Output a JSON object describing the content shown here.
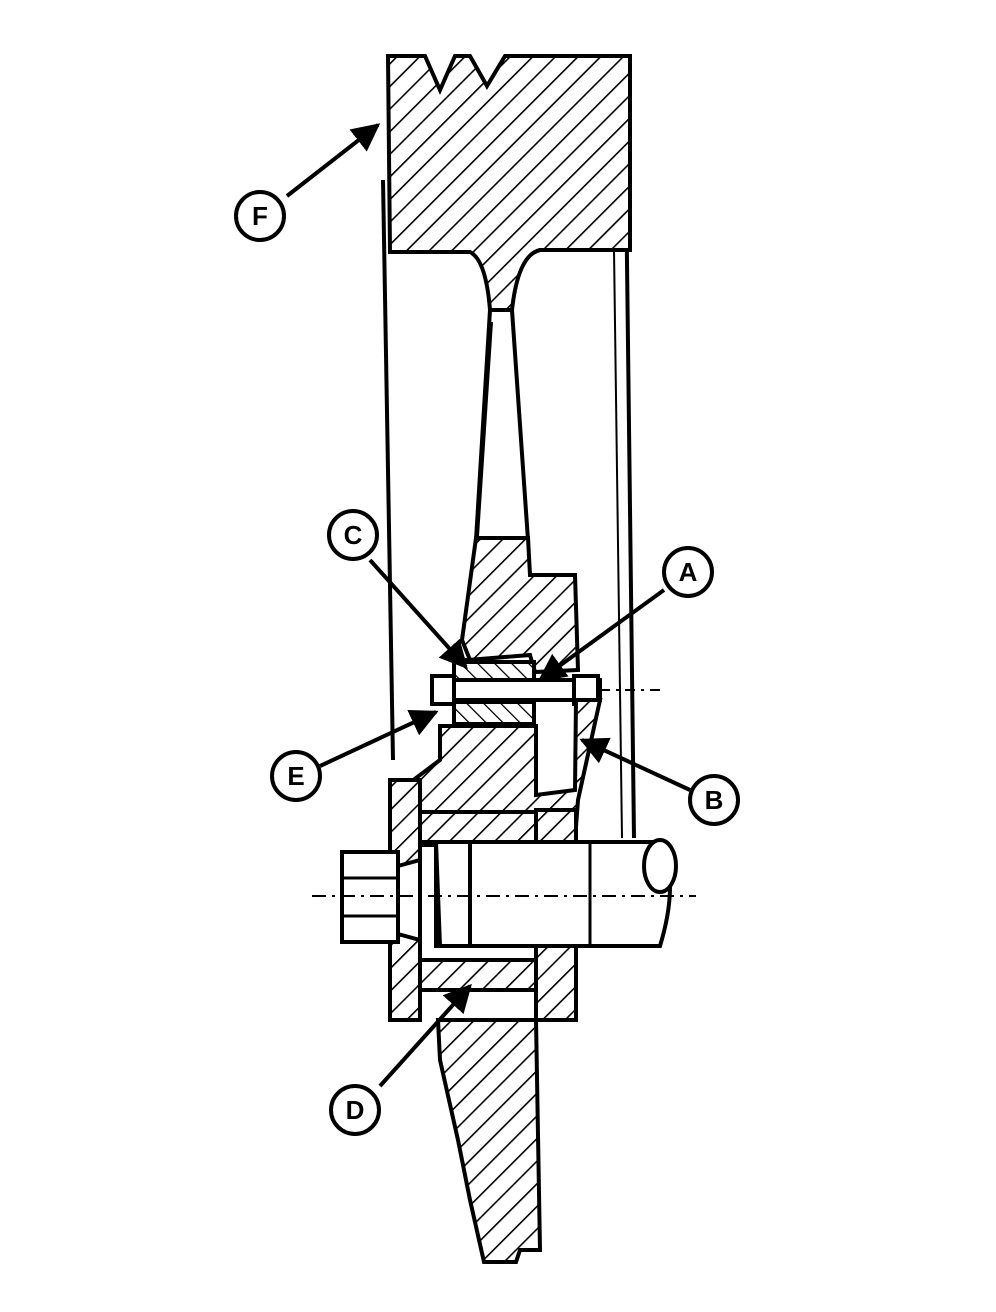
{
  "callouts": [
    {
      "id": "F",
      "text": "F"
    },
    {
      "id": "C",
      "text": "C"
    },
    {
      "id": "A",
      "text": "A"
    },
    {
      "id": "E",
      "text": "E"
    },
    {
      "id": "B",
      "text": "B"
    },
    {
      "id": "D",
      "text": "D"
    }
  ],
  "colors": {
    "ink": "#000000",
    "paper": "#ffffff"
  }
}
